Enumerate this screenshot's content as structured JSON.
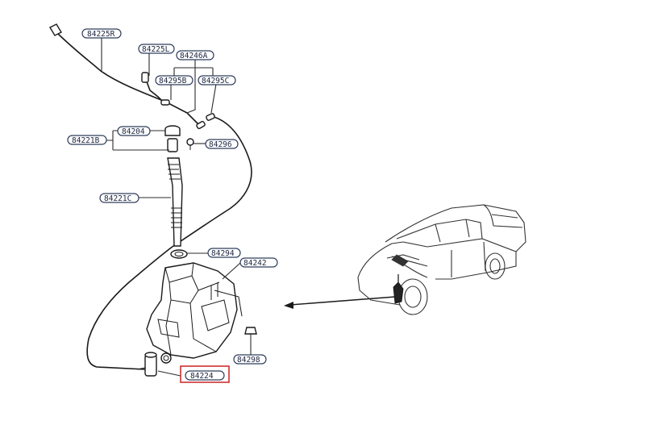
{
  "part_labels": {
    "p84225R": "84225R",
    "p84225L": "84225L",
    "p84246A": "84246A",
    "p84295B": "84295B",
    "p84295C": "84295C",
    "p84204": "84204",
    "p84221B": "84221B",
    "p84296": "84296",
    "p84221C": "84221C",
    "p84294": "84294",
    "p84242": "84242",
    "p84298": "84298",
    "p84224": "84224"
  },
  "highlight": {
    "part": "84224",
    "color": "#cc2222"
  }
}
